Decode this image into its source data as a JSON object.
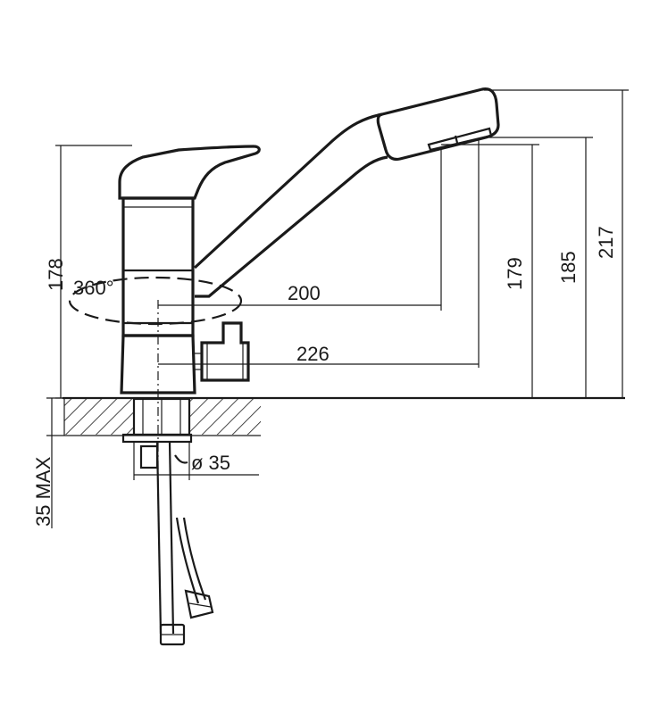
{
  "diagram": {
    "labels": {
      "height_body": "178",
      "rotation": "360°",
      "reach_200": "200",
      "reach_226": "226",
      "height_179": "179",
      "height_185": "185",
      "height_217": "217",
      "hole_diameter": "ø 35",
      "max_thickness": "35 MAX"
    },
    "colors": {
      "line": "#1a1a1a",
      "background": "#ffffff"
    }
  }
}
